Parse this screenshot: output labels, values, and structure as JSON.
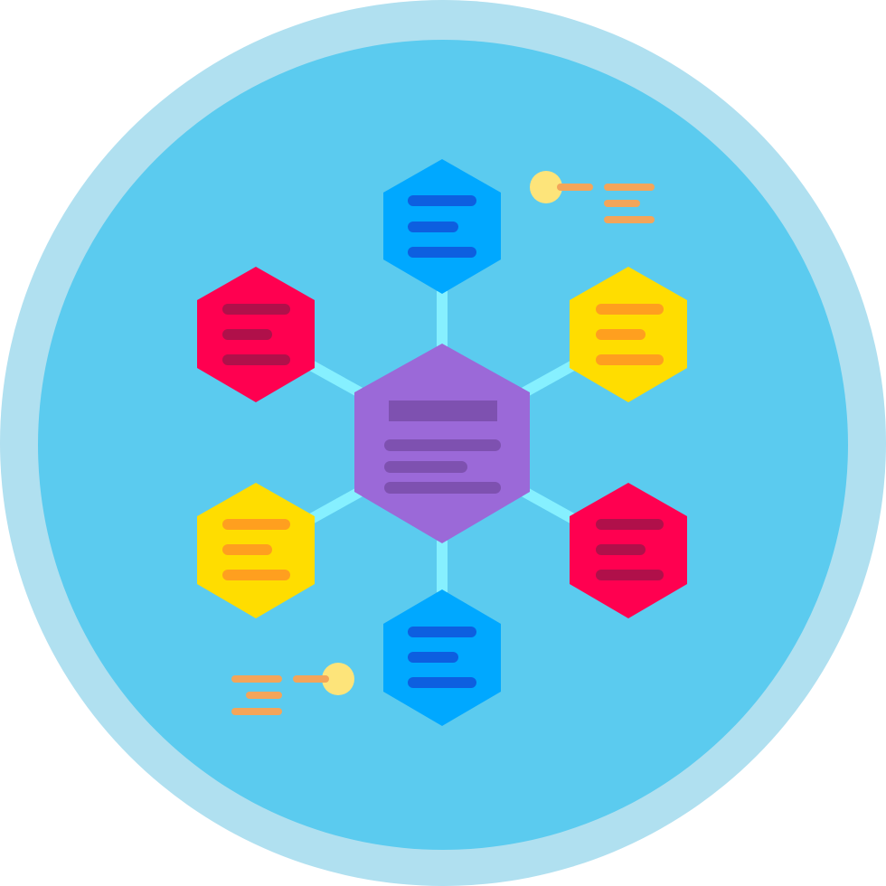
{
  "icon": {
    "name": "hexagon-network-infographic-icon",
    "colors": {
      "outer_ring": "#b0e0f0",
      "inner_circle": "#5bcbef",
      "connector": "#86f0ff",
      "center_hex": "#9b69d8",
      "center_lines": "#7e51b0",
      "blue_hex": "#00a8ff",
      "blue_lines": "#0d5fe0",
      "red_hex": "#ff0050",
      "red_lines": "#b0104a",
      "yellow_hex": "#ffdd00",
      "yellow_lines": "#ff9f1f",
      "orange_accent": "#f3a55a",
      "dot": "#fde47a"
    },
    "nodes": [
      {
        "name": "top-hexagon",
        "color": "blue"
      },
      {
        "name": "upper-right-hexagon",
        "color": "yellow"
      },
      {
        "name": "lower-right-hexagon",
        "color": "red"
      },
      {
        "name": "bottom-hexagon",
        "color": "blue"
      },
      {
        "name": "lower-left-hexagon",
        "color": "yellow"
      },
      {
        "name": "upper-left-hexagon",
        "color": "red"
      }
    ]
  }
}
